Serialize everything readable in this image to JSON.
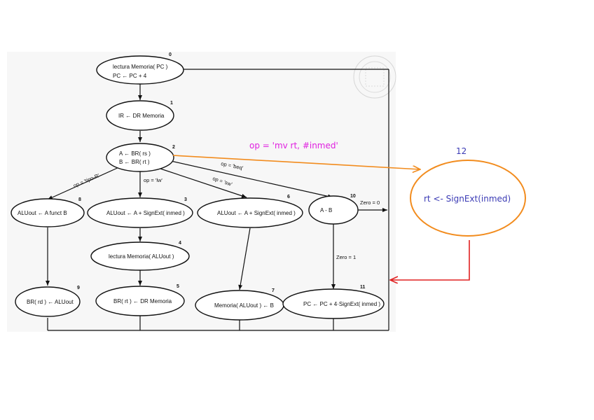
{
  "colors": {
    "diagram_line": "#111111",
    "new_state_border": "#f28c1e",
    "new_state_text": "#3b3bb5",
    "new_edge": "#f28c1e",
    "new_edge_label": "#e020e0",
    "return_edge": "#e02020"
  },
  "states": {
    "s0": {
      "number": "0",
      "line1": "lectura Memoria( PC )",
      "line2": "PC ← PC + 4"
    },
    "s1": {
      "number": "1",
      "line1": "IR ← DR Memoria"
    },
    "s2": {
      "number": "2",
      "line1": "A ← BR( rs )",
      "line2": "B ← BR( rt )"
    },
    "s3": {
      "number": "3",
      "line1": "ALUout ← A + SignExt( inmed )"
    },
    "s4": {
      "number": "4",
      "line1": "lectura Memoria( ALUout )"
    },
    "s5": {
      "number": "5",
      "line1": "BR( rt ) ← DR Memoria"
    },
    "s6": {
      "number": "6",
      "line1": "ALUout ← A + SignExt( inmed )"
    },
    "s7": {
      "number": "7",
      "line1": "Memoria( ALUout ) ← B"
    },
    "s8": {
      "number": "8",
      "line1": "ALUout ← A funct B"
    },
    "s9": {
      "number": "9",
      "line1": "BR( rd ) ← ALUout"
    },
    "s10": {
      "number": "10",
      "line1": "A - B"
    },
    "s11": {
      "number": "11",
      "line1": "PC ← PC + 4·SignExt( inmed )"
    },
    "s12": {
      "number": "12",
      "line1": "rt <- SignExt(inmed)"
    }
  },
  "edges": {
    "tipo_r": "op = 'tipo-R'",
    "lw": "op = 'lw'",
    "sw": "op = 'sw'",
    "beq": "op = 'beq'",
    "zero0": "Zero = 0",
    "zero1": "Zero = 1",
    "mv": "op = 'mv rt, #inmed'"
  }
}
